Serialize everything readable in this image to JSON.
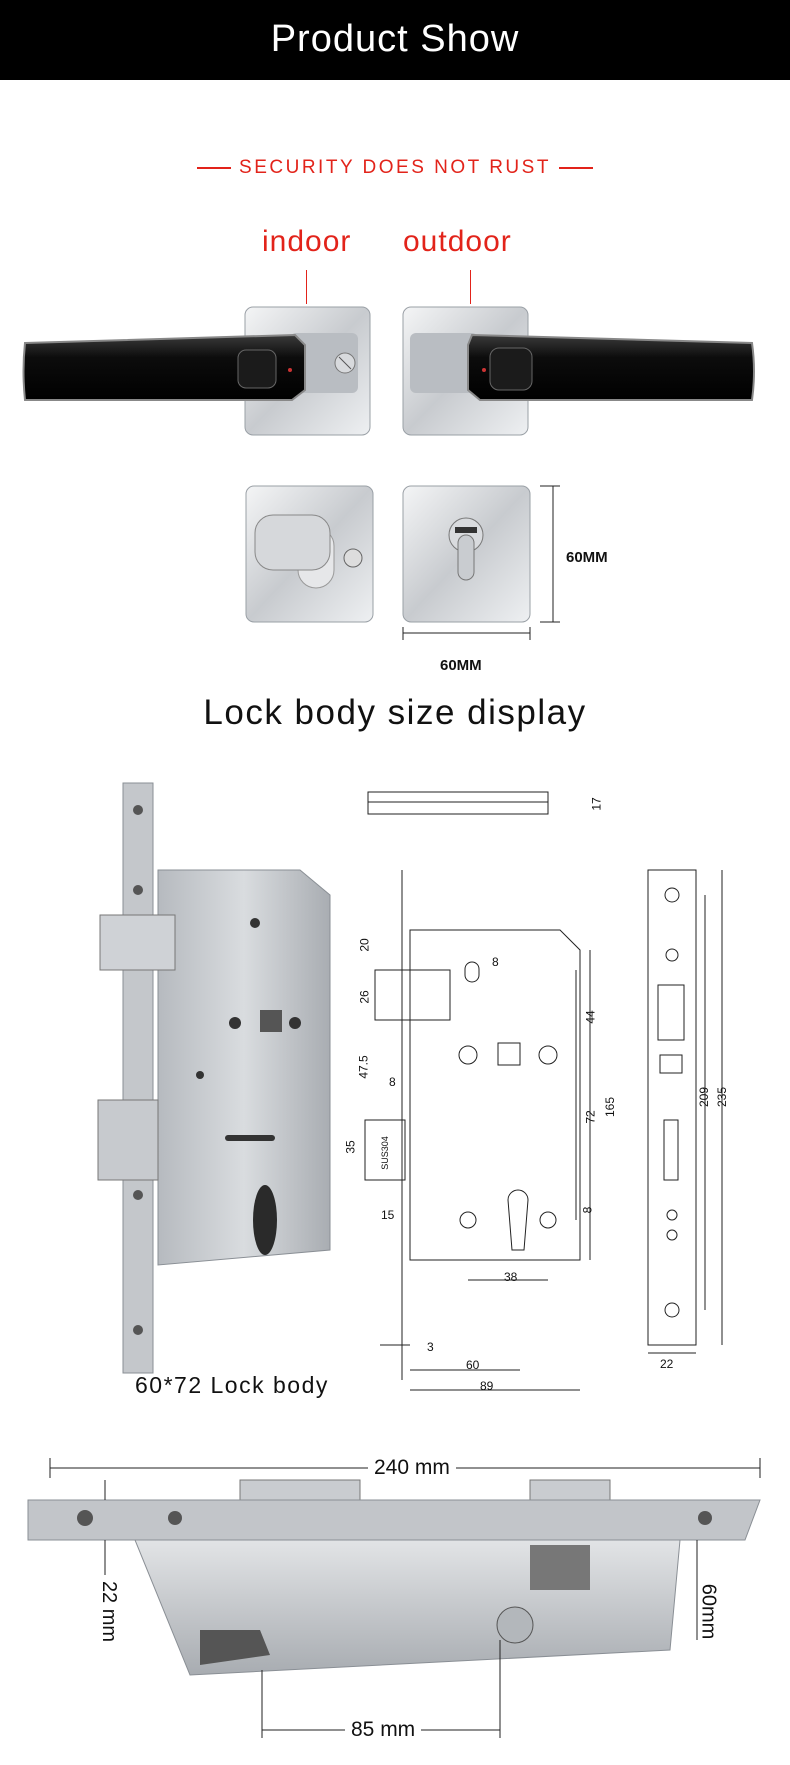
{
  "header": {
    "title": "Product Show"
  },
  "tagline": "SECURITY DOES NOT RUST",
  "handles": {
    "indoor_label": "indoor",
    "outdoor_label": "outdoor"
  },
  "plate_dims": {
    "height": "60MM",
    "width": "60MM"
  },
  "lock_body_section": {
    "title": "Lock body size display",
    "caption": "60*72 Lock body"
  },
  "drawing": {
    "d17": "17",
    "d20": "20",
    "d8a": "8",
    "d26": "26",
    "d44": "44",
    "d47_5": "47.5",
    "d8b": "8",
    "d165": "165",
    "d72": "72",
    "d35": "35",
    "sus": "SUS304",
    "d15": "15",
    "d8c": "8",
    "d38": "38",
    "d3": "3",
    "d60": "60",
    "d89": "89",
    "d209": "209",
    "d235": "235",
    "d22": "22"
  },
  "bottom_dims": {
    "length": "240",
    "length_unit": "mm",
    "left": "22 mm",
    "spacing": "85 mm",
    "right": "60mm"
  },
  "colors": {
    "header_bg": "#000000",
    "accent_red": "#e2231a",
    "steel": "#c9ccd0",
    "handle_black": "#111111"
  }
}
